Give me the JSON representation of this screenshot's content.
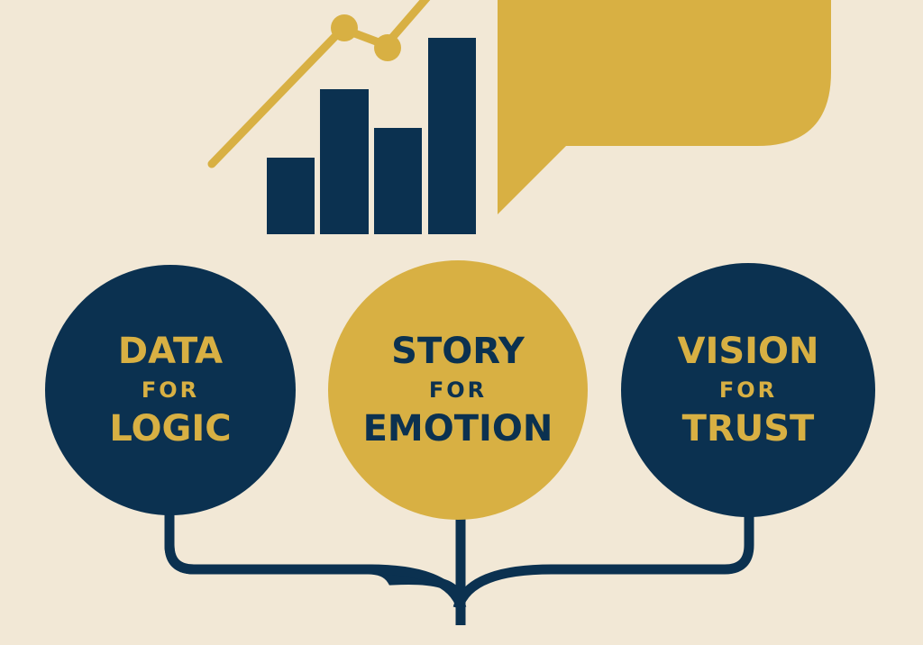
{
  "colors": {
    "background": "#f2e8d6",
    "navy": "#0b3150",
    "gold": "#d8b043"
  },
  "icons": {
    "chart": "bar-chart-with-trend-line-icon",
    "speech": "speech-bubble-icon"
  },
  "pillars": [
    {
      "top": "DATA",
      "middle": "FOR",
      "bottom": "LOGIC"
    },
    {
      "top": "STORY",
      "middle": "FOR",
      "bottom": "EMOTION"
    },
    {
      "top": "VISION",
      "middle": "FOR",
      "bottom": "TRUST"
    }
  ]
}
